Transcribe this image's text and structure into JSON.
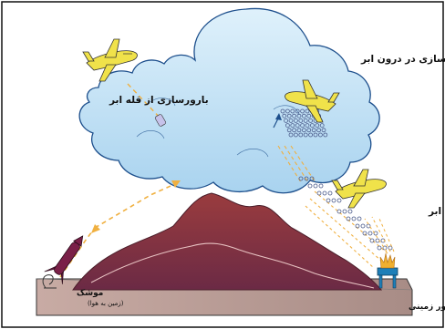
{
  "labels": {
    "inside_cloud": "بارورسازی در درون ابر",
    "cloud_top": "بارورسازی از قله ابر",
    "cloud_base": "بارورسازی از کف ابر",
    "rocket": "موشک",
    "rocket_sub": "(زمین به هوا)",
    "generator": "ژنراتور زمینی"
  },
  "colors": {
    "cloud_fill": "#c9e6f7",
    "cloud_stroke": "#1d4f8c",
    "mountain": "#8c3a45",
    "plane": "#f0e24a",
    "seeding_path": "#f0b040",
    "particles": "#4a5a8a",
    "ground": "#b59a94"
  },
  "icons": [
    "airplane-icon",
    "rocket-icon",
    "ground-generator-icon",
    "cloud-icon",
    "mountain-icon"
  ]
}
